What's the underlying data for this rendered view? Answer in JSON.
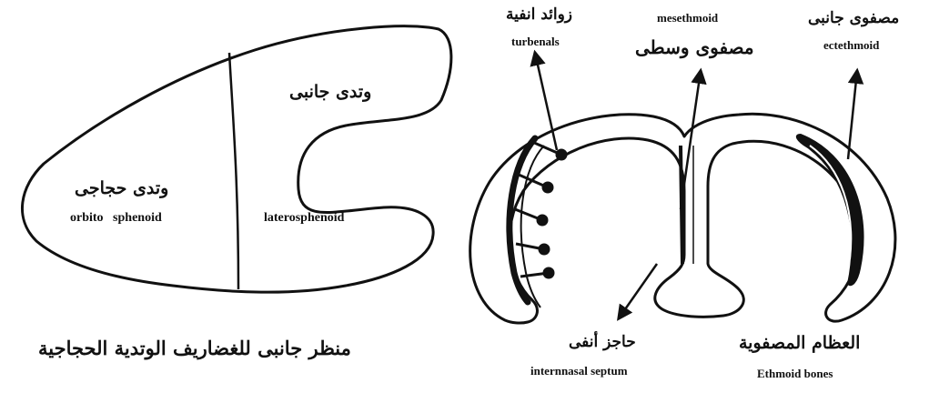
{
  "left_figure": {
    "labels": {
      "latero_ar": "وتدى جانبى",
      "orbito_ar": "وتدى حجاجى",
      "orbito_en": "orbito   sphenoid",
      "latero_en": "laterosphenoid"
    },
    "caption_ar": "منظر جانبى للغضاريف الوتدية الحجاجية"
  },
  "right_figure": {
    "labels": {
      "turbenals_ar": "زوائد انفية",
      "turbenals_en": "turbenals",
      "mesethmoid_en": "mesethmoid",
      "mesethmoid_ar": "مصفوى وسطى",
      "ectethmoid_ar": "مصفوى جانبى",
      "ectethmoid_en": "ectethmoid",
      "septum_ar": "حاجز أنفى",
      "septum_en": "internnasal septum",
      "ethmoid_ar": "العظام المصفوية",
      "ethmoid_en": "Ethmoid bones"
    }
  }
}
